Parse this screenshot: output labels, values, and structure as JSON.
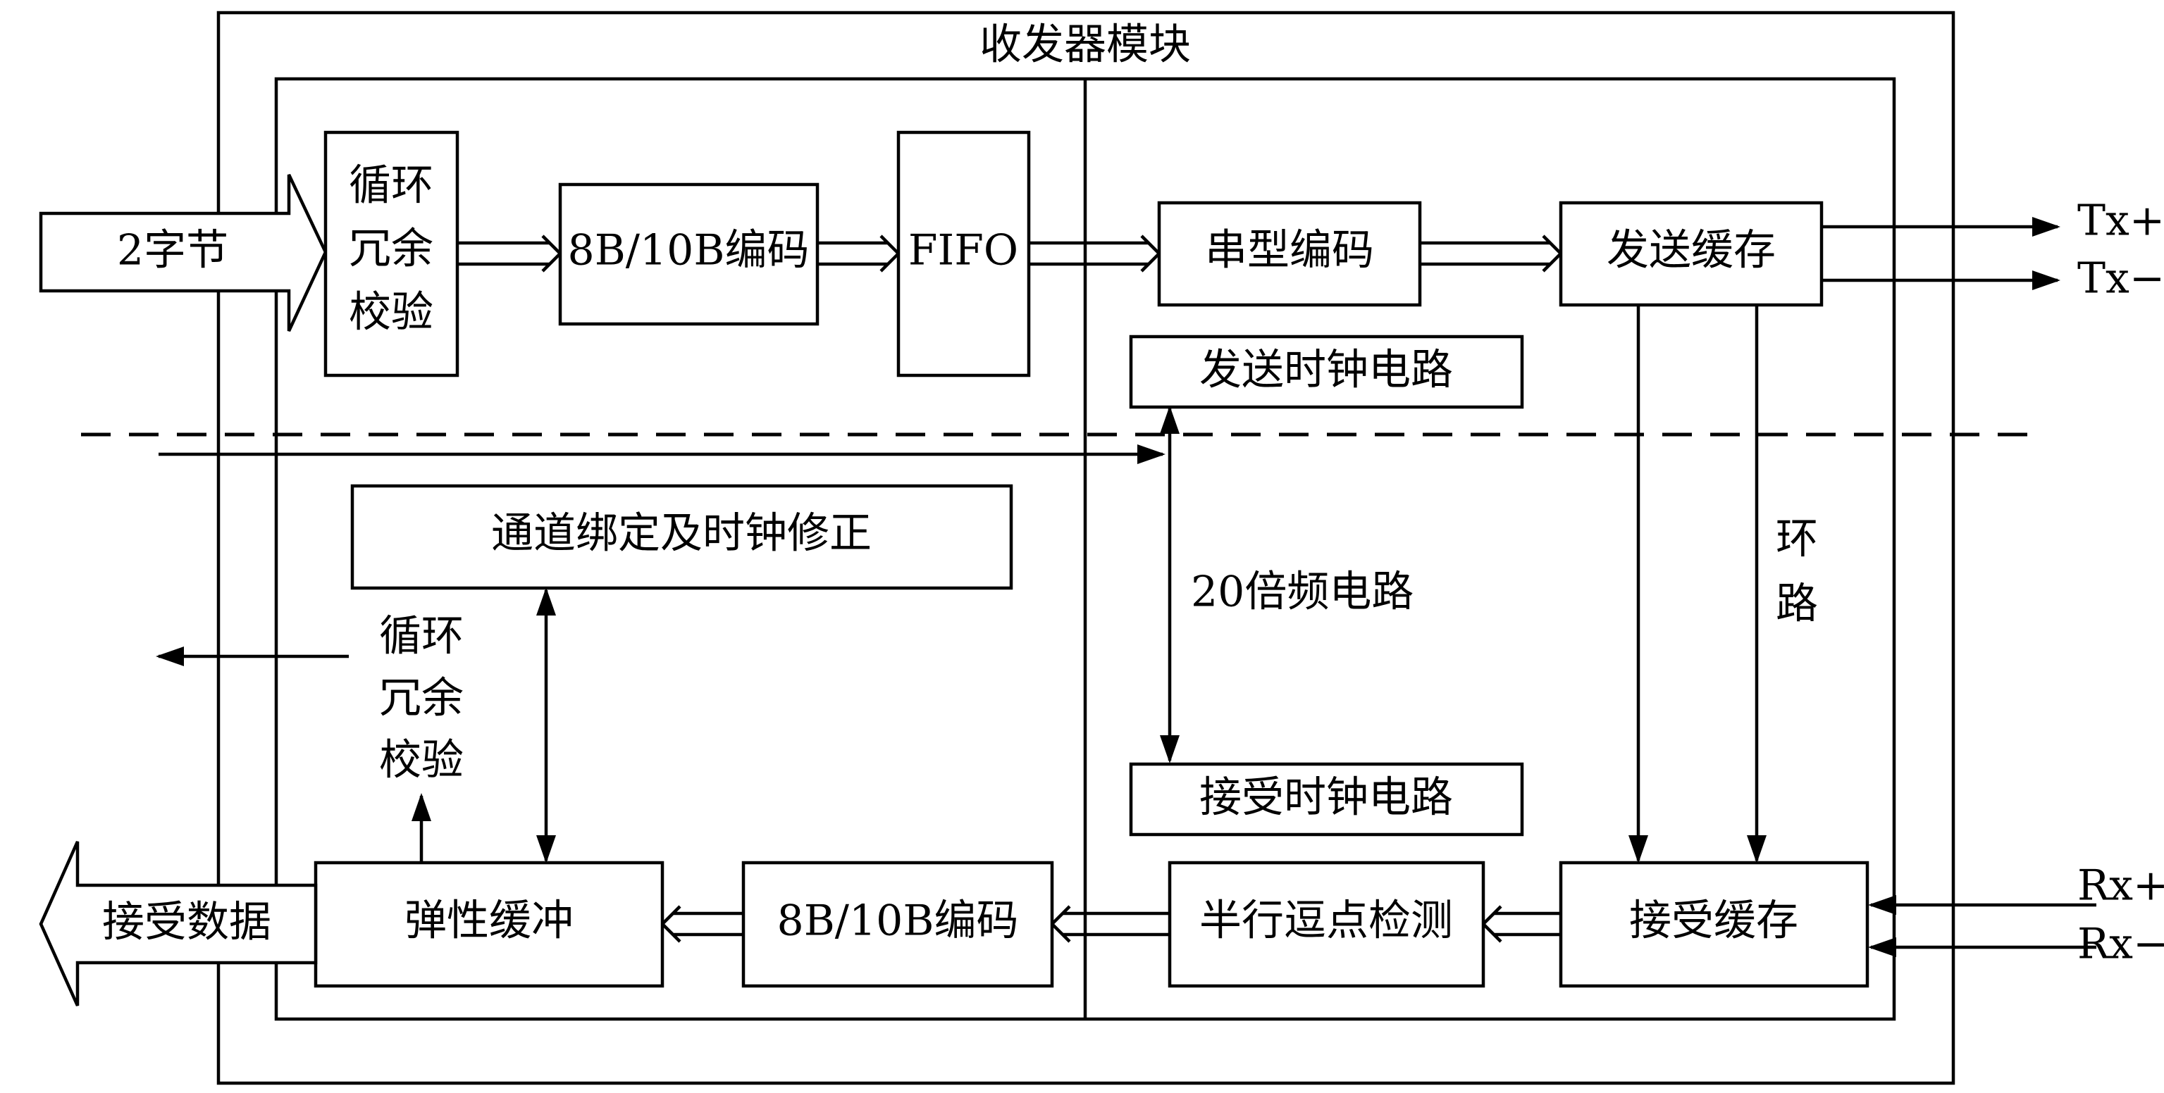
{
  "module_title": "收发器模块",
  "input": {
    "label": "2字节"
  },
  "tx": {
    "crc_block": [
      "循环",
      "冗余",
      "校验"
    ],
    "encoder_block": "8B/10B编码",
    "fifo_block": "FIFO",
    "serializer_block": "串型编码",
    "send_buffer_block": "发送缓存",
    "send_clock_block": "发送时钟电路",
    "out_plus": "Tx+",
    "out_minus": "Tx−"
  },
  "clock": {
    "multiplier_label": "20倍频电路",
    "receive_clock_block": "接受时钟电路"
  },
  "loop_label": [
    "环",
    "路"
  ],
  "rx": {
    "channel_bonding_block": "通道绑定及时钟修正",
    "crc_label": [
      "循环",
      "冗余",
      "校验"
    ],
    "elastic_buffer_block": "弹性缓冲",
    "decoder_block": "8B/10B编码",
    "comma_detect_block": "半行逗点检测",
    "receive_buffer_block": "接受缓存",
    "in_plus": "Rx+",
    "in_minus": "Rx−",
    "output_label": "接受数据"
  }
}
